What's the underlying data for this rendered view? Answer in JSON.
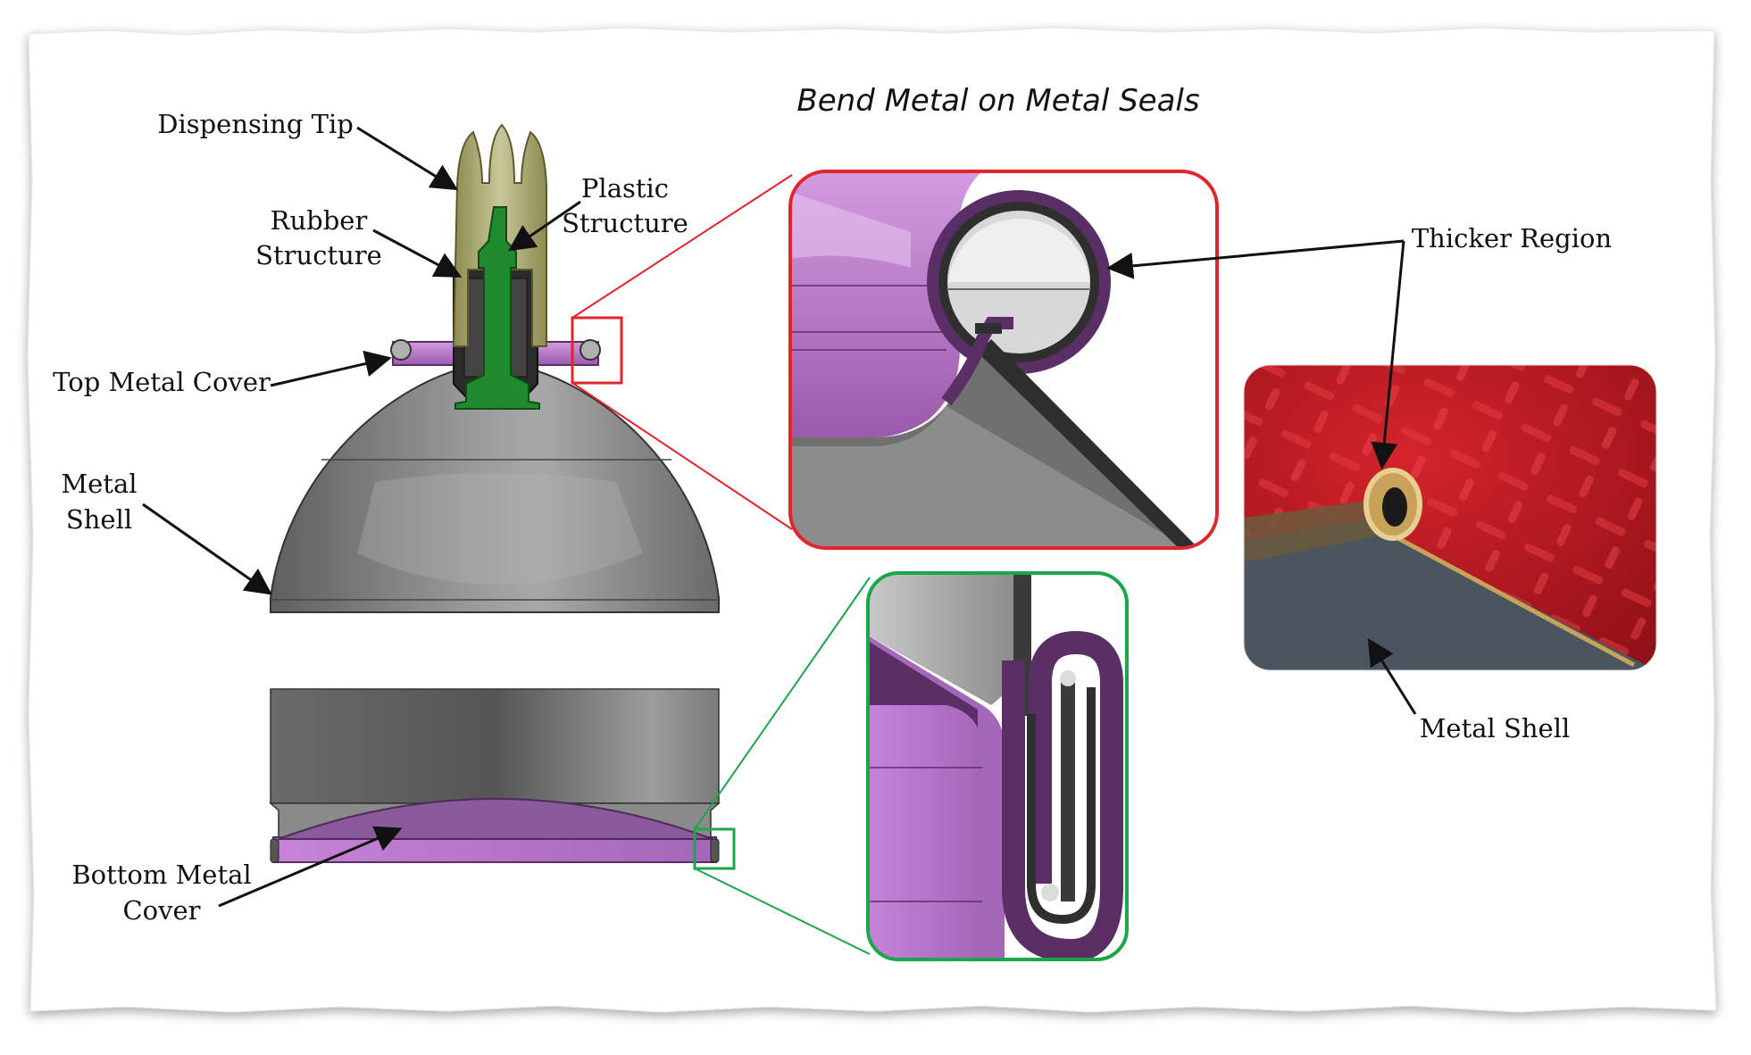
{
  "title": "Bend Metal on Metal Seals",
  "labels": {
    "dispensing_tip": "Dispensing Tip",
    "plastic_structure": [
      "Plastic",
      "Structure"
    ],
    "rubber_structure": [
      "Rubber",
      "Structure"
    ],
    "top_metal_cover": "Top Metal Cover",
    "metal_shell_left": [
      "Metal",
      "Shell"
    ],
    "bottom_metal_cover": [
      "Bottom Metal",
      "Cover"
    ],
    "thicker_region": "Thicker Region",
    "metal_shell_photo": "Metal Shell"
  },
  "colors": {
    "red_highlight": "#e0262b",
    "green_highlight": "#1aa64a",
    "purple_cover": "#b57ac6",
    "dark_purple_edge": "#5a2f66",
    "metal_grey": "#7a7a7a",
    "tip_olive": "#9c9a5c",
    "plastic_green": "#1f8a2e",
    "photo_background": "#b3141c"
  }
}
